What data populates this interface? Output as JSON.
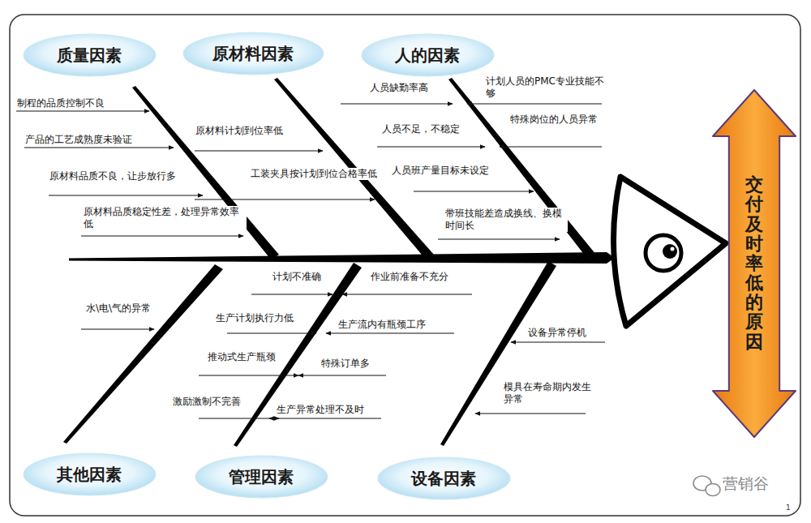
{
  "diagram": {
    "nodes": [
      {
        "text": [
          "质量因素"
        ]
      },
      {
        "text": [
          "原材料因素"
        ]
      },
      {
        "text": [
          "人的因素"
        ]
      },
      {
        "text": [
          "交付及时率低的原因"
        ]
      },
      {
        "text": [
          "其他因素"
        ]
      },
      {
        "text": [
          "管理因素"
        ]
      },
      {
        "text": [
          "设备因素"
        ]
      }
    ],
    "labels": [
      "制程的品质控制不良",
      "产品的工艺成熟度未验证",
      "原材料品质不良，让步放行多",
      "原材料品质稳定性差，处理异常效率低",
      "原材料计划到位率低",
      "工装夹具按计划到位合格率低",
      "人员缺勤率高",
      "计划人员的PMC专业技能不够",
      "人员不足，不稳定",
      "特殊岗位的人员异常",
      "人员班产量目标未设定",
      "带班技能差造成换线、换模时间长",
      "水\\电\\气的异常",
      "计划不准确",
      "作业前准备不充分",
      "生产计划执行力低",
      "生产流内有瓶颈工序",
      "推动式生产瓶颈",
      "特殊订单多",
      "激励激制不完善",
      "生产异常处理不及时",
      "设备异常停机",
      "模具在寿命期内发生异常",
      "营销谷",
      "1"
    ]
  }
}
